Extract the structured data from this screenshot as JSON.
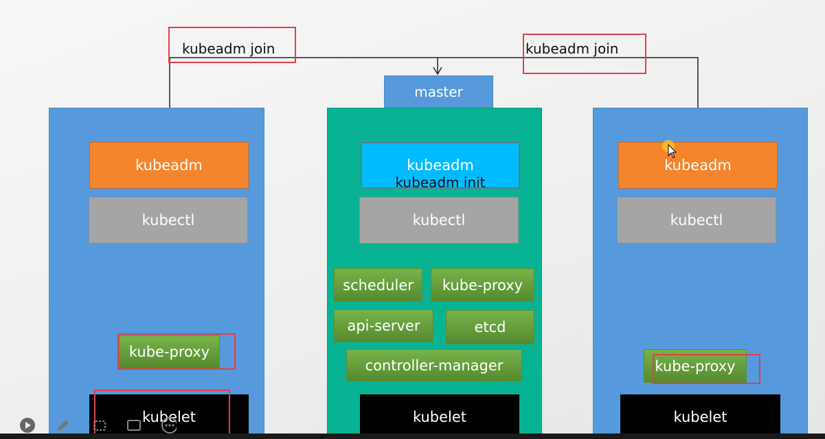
{
  "joins": {
    "left": "kubeadm join",
    "right": "kubeadm join"
  },
  "master": {
    "label": "master",
    "kubeadm": "kubeadm",
    "init": "kubeadm init",
    "kubectl": "kubectl",
    "components": {
      "scheduler": "scheduler",
      "kube_proxy": "kube-proxy",
      "api_server": "api-server",
      "etcd": "etcd",
      "controller_manager": "controller-manager"
    },
    "kubelet": "kubelet"
  },
  "left_node": {
    "kubeadm": "kubeadm",
    "kubectl": "kubectl",
    "kube_proxy": "kube-proxy",
    "kubelet": "kubelet"
  },
  "right_node": {
    "kubeadm": "kubeadm",
    "kubectl": "kubectl",
    "kube_proxy": "kube-proxy",
    "kubelet": "kubelet"
  },
  "colors": {
    "node_blue": "#5699dc",
    "master_teal": "#08b394",
    "master_label_blue": "#5699dc",
    "kubeadm_cyan": "#00bcff",
    "orange": "#f5852d",
    "grey": "#a5a5a5",
    "green": "#6aa33f",
    "highlight_red": "#e0404a"
  },
  "toolbar": {
    "icons": [
      "play-icon",
      "pen-icon",
      "screenshot-icon",
      "window-icon",
      "more-icon"
    ]
  }
}
